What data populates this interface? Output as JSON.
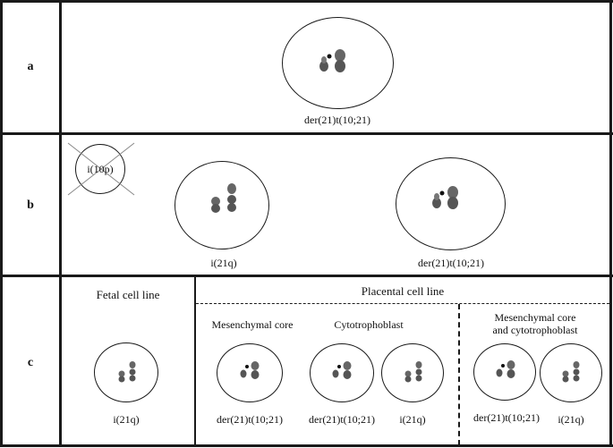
{
  "rows": {
    "a": {
      "label": "a",
      "caption": "der(21)t(10;21)"
    },
    "b": {
      "label": "b",
      "crossed_caption": "i(10p)",
      "caption_left": "i(21q)",
      "caption_right": "der(21)t(10;21)"
    },
    "c": {
      "label": "c",
      "fetal_header": "Fetal cell line",
      "placental_header": "Placental cell line",
      "mesenchymal_header": "Mesenchymal core",
      "cytotrophoblast_header": "Cytotrophoblast",
      "mixed_header_line1": "Mesenchymal core",
      "mixed_header_line2": "and cytotrophoblast",
      "fetal_caption": "i(21q)",
      "mesenchymal_caption": "der(21)t(10;21)",
      "cyto_caption_1": "der(21)t(10;21)",
      "cyto_caption_2": "i(21q)",
      "mixed_caption_1": "der(21)t(10;21)",
      "mixed_caption_2": "i(21q)"
    }
  }
}
